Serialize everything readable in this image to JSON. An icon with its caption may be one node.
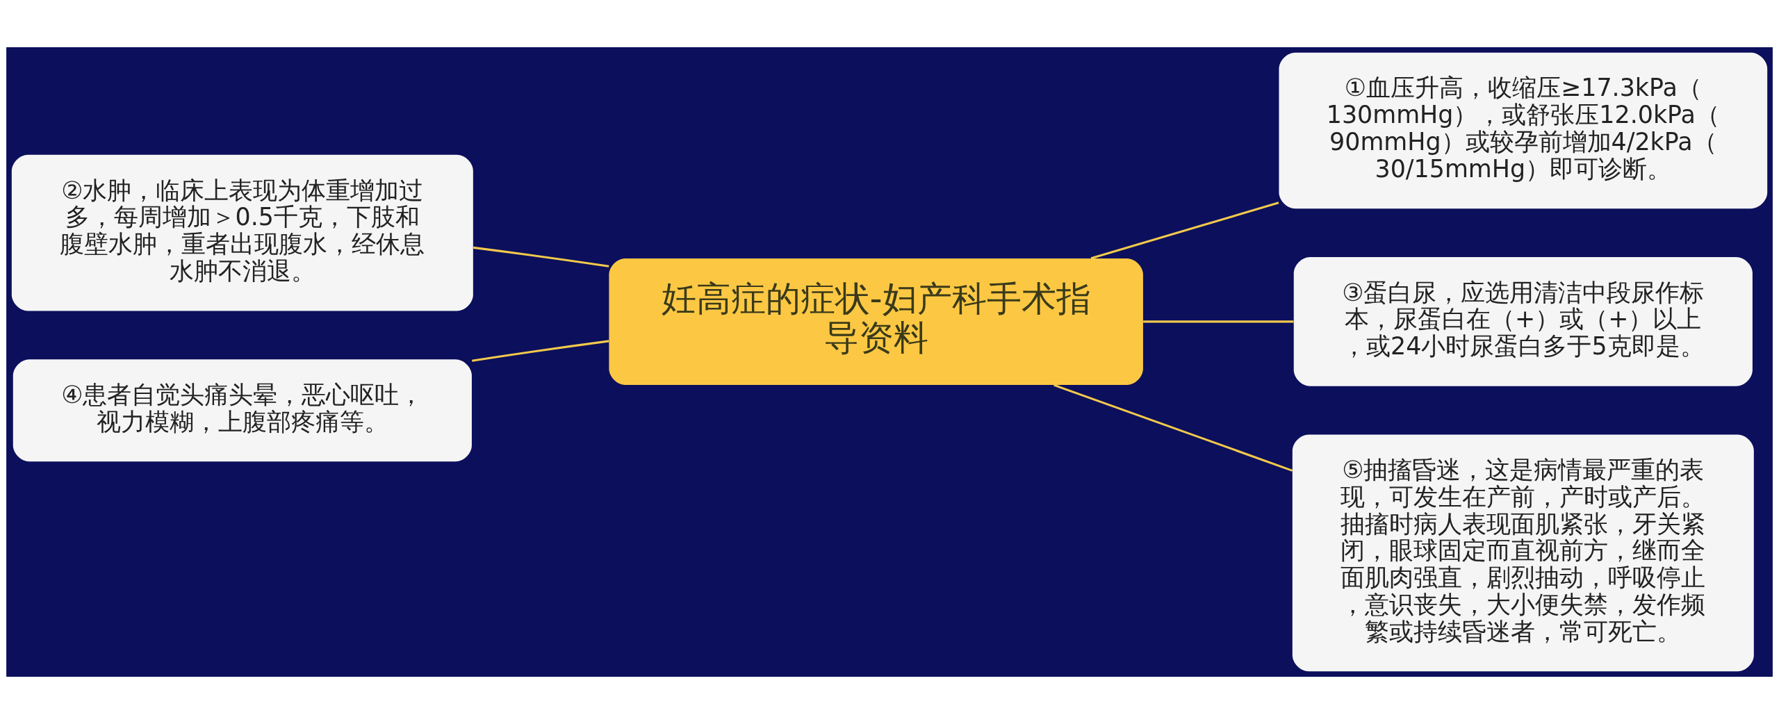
{
  "diagram": {
    "nodes": [
      {
        "text": [
          "妊高症的症状-妇产科手术指导资料"
        ]
      },
      {
        "text": [
          "①血压升高，收缩压≥17.3kPa（130mmHg），或舒张压12.0kPa（90mmHg）或较孕前增加4/2kPa（30/15mmHg）即可诊断。"
        ]
      },
      {
        "text": [
          "②水肿，临床上表现为体重增加过多，每周增加＞0.5千克，下肢和腹壁水肿，重者出现腹水，经休息水肿不消退。"
        ]
      },
      {
        "text": [
          "③蛋白尿，应选用清洁中段尿作标本，尿蛋白在（+）或（+）以上，或24小时尿蛋白多于5克即是。"
        ]
      },
      {
        "text": [
          "④患者自觉头痛头晕，恶心呕吐，视力模糊，上腹部疼痛等。"
        ]
      },
      {
        "text": [
          "⑤抽搐昏迷，这是病情最严重的表现，可发生在产前，产时或产后。抽搐时病人表现面肌紧张，牙关紧闭，眼球固定而直视前方，继而全面肌肉强直，剧烈抽动，呼吸停止，意识丧失，大小便失禁，发作频繁或持续昏迷者，常可死亡。"
        ]
      }
    ],
    "edges": [
      {
        "from": 0,
        "to": 1,
        "arrow": "none"
      },
      {
        "from": 0,
        "to": 2,
        "arrow": "none"
      },
      {
        "from": 0,
        "to": 3,
        "arrow": "none"
      },
      {
        "from": 0,
        "to": 4,
        "arrow": "none"
      },
      {
        "from": 0,
        "to": 5,
        "arrow": "none"
      }
    ]
  }
}
